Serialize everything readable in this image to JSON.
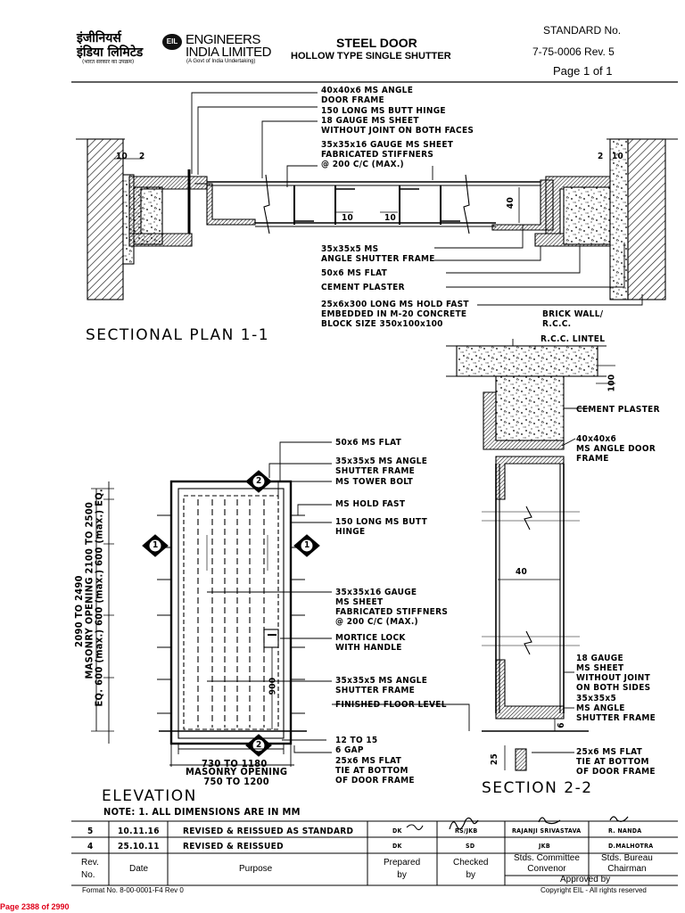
{
  "header": {
    "logo_hindi_line1": "इंजीनियर्स",
    "logo_hindi_line2": "इंडिया लिमिटेड",
    "logo_hindi_sub": "(भारत सरकार का उपक्रम)",
    "logo_mark": "EIL",
    "company_line1": "ENGINEERS",
    "company_line2": "INDIA LIMITED",
    "company_sub": "(A Govt of India Undertaking)",
    "title": "STEEL DOOR",
    "subtitle": "HOLLOW TYPE SINGLE SHUTTER",
    "standard_label": "STANDARD No.",
    "standard_number": "7-75-0006 Rev. 5",
    "page_info": "Page 1 of 1"
  },
  "plan": {
    "caption": "SECTIONAL PLAN 1-1",
    "labels": {
      "angle_frame": "40x40x6 MS ANGLE\nDOOR FRAME",
      "butt_hinge": "150 LONG MS BUTT HINGE",
      "sheet": "18 GAUGE MS SHEET\nWITHOUT JOINT ON BOTH FACES",
      "stiffeners": "35x35x16 GAUGE MS SHEET\nFABRICATED STIFFNERS\n@ 200 C/C (MAX.)",
      "shutter_frame": "35x35x5 MS\nANGLE SHUTTER FRAME",
      "flat": "50x6 MS FLAT",
      "plaster": "CEMENT PLASTER",
      "hold_fast": "25x6x300 LONG MS HOLD FAST\nEMBEDDED IN M-20 CONCRETE\nBLOCK SIZE 350x100x100",
      "brick_wall": "BRICK WALL/\nR.C.C."
    },
    "dims": {
      "left_10": "10",
      "left_2": "2",
      "right_2": "2",
      "right_10": "10",
      "gap_10a": "10",
      "gap_10b": "10",
      "depth_40": "40"
    }
  },
  "section": {
    "caption": "SECTION 2-2",
    "labels": {
      "lintel": "R.C.C. LINTEL",
      "plaster": "CEMENT PLASTER",
      "angle_frame": "40x40x6\nMS ANGLE DOOR\nFRAME",
      "sheet": "18 GAUGE\nMS SHEET\nWITHOUT JOINT\nON BOTH SIDES",
      "shutter_frame": "35x35x5\nMS ANGLE\nSHUTTER FRAME",
      "tie": "25x6 MS FLAT\nTIE AT BOTTOM\nOF DOOR FRAME"
    },
    "dims": {
      "lintel_100": "100",
      "depth_40": "40",
      "bottom_6": "6",
      "bottom_25": "25"
    }
  },
  "elevation": {
    "caption": "ELEVATION",
    "note": "NOTE: 1. ALL DIMENSIONS ARE IN MM",
    "labels": {
      "flat": "50x6 MS FLAT",
      "shutter_frame_top": "35x35x5 MS ANGLE\nSHUTTER FRAME",
      "tower_bolt": "MS TOWER BOLT",
      "hold_fast": "MS HOLD FAST",
      "butt_hinge": "150 LONG MS BUTT\nHINGE",
      "stiffeners": "35x35x16 GAUGE\nMS SHEET\nFABRICATED STIFFNERS\n@ 200 C/C (MAX.)",
      "lock": "MORTICE LOCK\nWITH HANDLE",
      "shutter_frame_bottom": "35x35x5 MS ANGLE\nSHUTTER FRAME",
      "floor_level": "FINISHED FLOOR LEVEL",
      "gap": "12 TO 15\n6 GAP",
      "tie": "25x6 MS FLAT\nTIE AT BOTTOM\nOF DOOR FRAME"
    },
    "dims": {
      "width": "730 TO 1180",
      "masonry_width": "MASONRY OPENING\n750 TO 1200",
      "height": "2090 TO 2490",
      "masonry_height": "MASONRY OPENING 2100 TO 2500",
      "vertical_split": "EQ. 600 (max.) 600 (max.) 600 (max.) EQ.",
      "lock_height": "900",
      "marker_1": "1",
      "marker_2": "2"
    }
  },
  "revisions": [
    {
      "rev": "5",
      "date": "10.11.16",
      "purpose": "REVISED & REISSUED AS STANDARD",
      "prepared": "DK",
      "checked": "RS/JKB",
      "convenor": "RAJANJI SRIVASTAVA",
      "chairman": "R. NANDA"
    },
    {
      "rev": "4",
      "date": "25.10.11",
      "purpose": "REVISED & REISSUED",
      "prepared": "DK",
      "checked": "SD",
      "convenor": "JKB",
      "chairman": "D.MALHOTRA"
    }
  ],
  "table_headers": {
    "rev": "Rev.\nNo.",
    "date": "Date",
    "purpose": "Purpose",
    "prepared": "Prepared\nby",
    "checked": "Checked\nby",
    "convenor": "Stds. Committee\nConvenor",
    "chairman": "Stds. Bureau\nChairman",
    "approved": "Approved by"
  },
  "footer": {
    "format_no": "Format No. 8-00-0001-F4 Rev 0",
    "copyright": "Copyright EIL - All rights reserved",
    "page_stamp": "Page 2388 of 2990"
  }
}
